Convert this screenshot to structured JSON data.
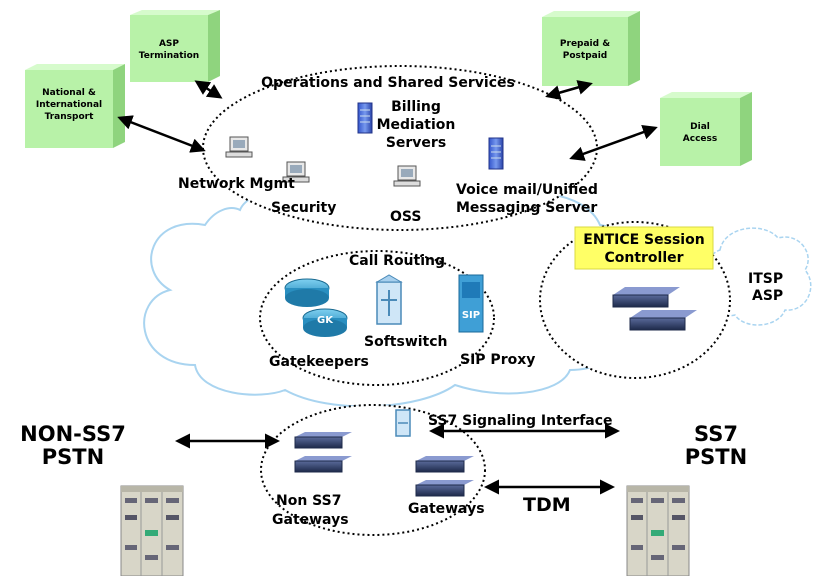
{
  "diagram": {
    "boxes": {
      "asp_termination": [
        "ASP",
        "Termination"
      ],
      "national_transport": [
        "National &",
        "International",
        "Transport"
      ],
      "prepaid_postpaid": [
        "Prepaid &",
        "Postpaid"
      ],
      "dial_access": [
        "Dial",
        "Access"
      ]
    },
    "operations": {
      "title": "Operations and Shared Services",
      "billing": [
        "Billing",
        "Mediation",
        "Servers"
      ],
      "network_mgmt": "Network Mgmt",
      "security": "Security",
      "oss": "OSS",
      "voice_mail": [
        "Voice mail/Unified",
        "Messaging Server"
      ]
    },
    "call_routing": {
      "title": "Call Routing",
      "gatekeepers": "Gatekeepers",
      "softswitch": "Softswitch",
      "sip_proxy": "SIP Proxy",
      "gk_badge": "GK",
      "sip_badge": "SIP"
    },
    "entice": {
      "title": [
        "ENTICE Session",
        "Controller"
      ],
      "highlight_color": "#ffff66"
    },
    "itsp": [
      "ITSP",
      "ASP"
    ],
    "gateways": {
      "ss7_interface": "SS7 Signaling Interface",
      "non_ss7": [
        "Non SS7",
        "Gateways"
      ],
      "gateways": "Gateways"
    },
    "pstn": {
      "non_ss7": [
        "NON-SS7",
        "PSTN"
      ],
      "ss7": [
        "SS7",
        "PSTN"
      ],
      "tdm": "TDM"
    },
    "colors": {
      "box_front": "#b8f2a8",
      "box_top": "#d6fbcc",
      "box_side": "#8fd47e",
      "cloud_stroke": "#a9d4f0",
      "cloud_fill": "#ffffff"
    }
  }
}
